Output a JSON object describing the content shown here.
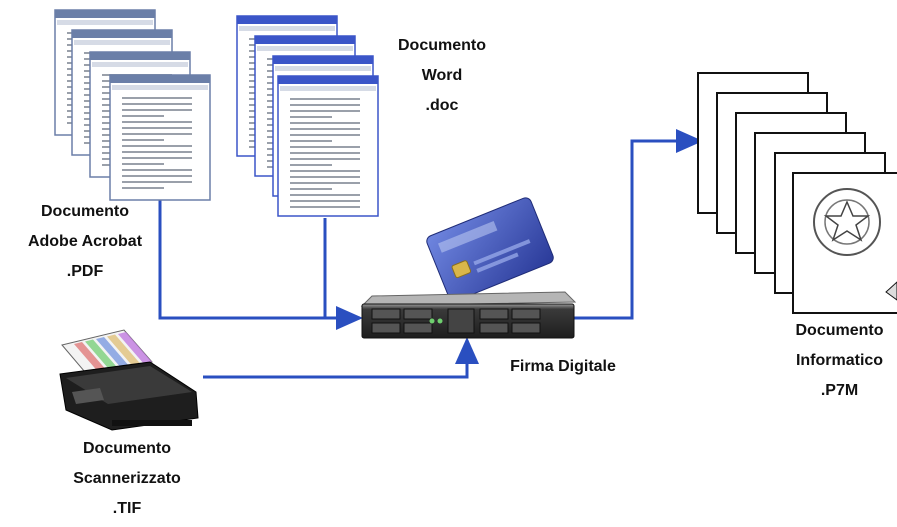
{
  "nodes": {
    "pdf": {
      "lines": [
        "Documento",
        "Adobe Acrobat",
        ".PDF"
      ]
    },
    "word": {
      "lines": [
        "Documento",
        "Word",
        ".doc"
      ]
    },
    "scan": {
      "lines": [
        "Documento",
        "Scannerizzato",
        ".TIF"
      ]
    },
    "server": {
      "label": "Firma Digitale"
    },
    "output": {
      "lines": [
        "Documento",
        "Informatico",
        ".P7M"
      ]
    }
  },
  "colors": {
    "arrow": "#2a4fc0",
    "word_window_border": "#3b55c8",
    "pdf_window_border": "#6b7fa8",
    "server_body": "#2a2a2a",
    "smartcard": "#3a4fb0",
    "scanner_body": "#1e1e1e"
  }
}
